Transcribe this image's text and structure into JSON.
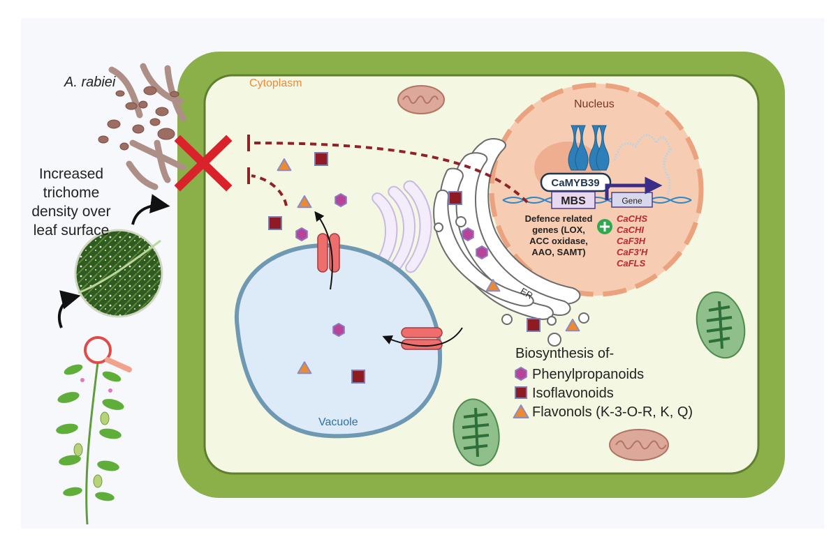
{
  "labels": {
    "pathogen": "A. rabiei",
    "trichome": [
      "Increased",
      "trichome",
      "density over",
      "leaf surface"
    ],
    "cytoplasm": "Cytoplasm",
    "nucleus": "Nucleus",
    "vacuole": "Vacuole",
    "er": "ER",
    "tf": "CaMYB39",
    "mbs": "MBS",
    "gene": "Gene",
    "defence": [
      "Defence related",
      "genes (LOX,",
      "ACC oxidase,",
      "AAO, SAMT)"
    ],
    "genes": [
      "CaCHS",
      "CaCHI",
      "CaF3H",
      "CaF3'H",
      "CaFLS"
    ]
  },
  "legend": {
    "title": "Biosynthesis of-",
    "items": [
      {
        "shape": "hexagon",
        "label": "Phenylpropanoids",
        "color": "#b8449a"
      },
      {
        "shape": "square",
        "label": "Isoflavonoids",
        "color": "#8e1b22"
      },
      {
        "shape": "triangle",
        "label": "Flavonols (K-3-O-R, K, Q)",
        "color": "#ee8a2e"
      }
    ]
  },
  "colors": {
    "cell_wall": "#8bb04a",
    "cytoplasm": "#f4f7e2",
    "nucleus": "#f6cdb3",
    "vacuole": "#dcebf7",
    "inhibit": "#8e2227",
    "block": "#d9222a"
  }
}
